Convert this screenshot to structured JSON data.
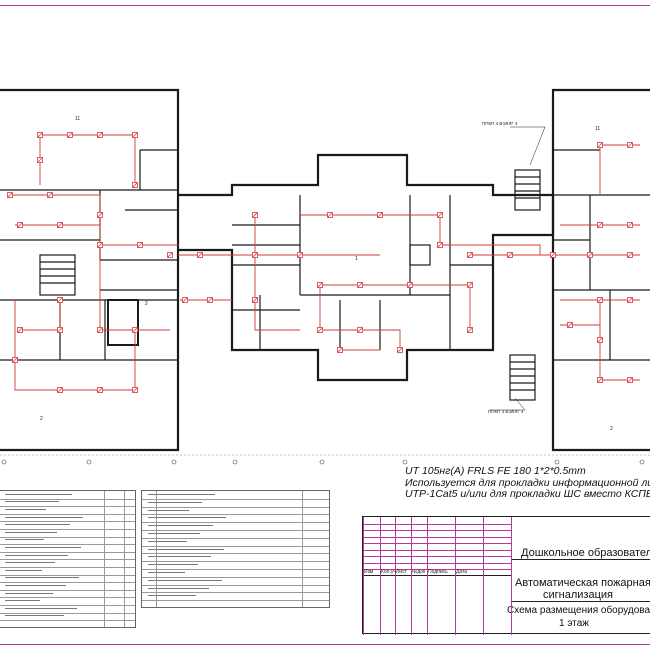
{
  "cable_note": {
    "line1": "UT 105нг(А) FRLS FE 180 1*2*0.5mm",
    "line2": "Используется для прокладки информационной ли",
    "line3": "UTP-1Cat5 и/или для прокладки ШС вместо КСПВ"
  },
  "title_block": {
    "org": "Дошкольное образователь",
    "system_line1": "Автоматическая пожарная",
    "system_line2": "сигнализация",
    "sheet_line1": "Схема размещения оборудования",
    "sheet_line2": "1 этаж",
    "columns": [
      "Изм",
      "Кол.уч",
      "Лист",
      "№док",
      "Подпись",
      "Дата"
    ]
  },
  "plan": {
    "room_numbers": [
      "11",
      "2",
      "11",
      "2",
      "1",
      "2"
    ],
    "callouts": [
      "ППКП 4 ВЭЛЛГ 4",
      "ППКП 4 ВЭЛЛГ 4"
    ]
  },
  "colors": {
    "wall": "#1a1a1a",
    "cable": "#d23b3b",
    "frame": "#b13a9c"
  }
}
